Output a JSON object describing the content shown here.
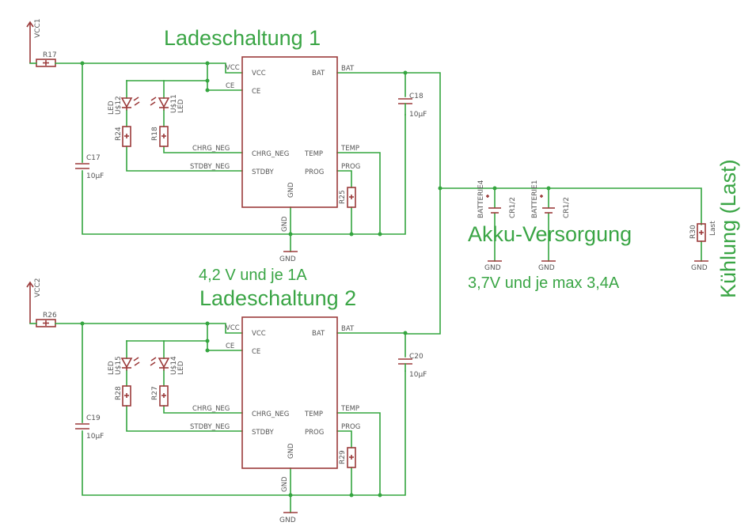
{
  "colors": {
    "wire": "#34a53f",
    "part": "#9b3a3a",
    "text": "#555555",
    "title": "#3aa545"
  },
  "titles": {
    "charger1": "Ladeschaltung 1",
    "charger2": "Ladeschaltung 2",
    "charger_note": "4,2 V und je 1A",
    "battery": "Akku-Versorgung",
    "battery_note": "3,7V und je max 3,4A",
    "load": "Kühlung (Last)"
  },
  "ic_pins": {
    "vcc": "VCC",
    "ce": "CE",
    "chrg": "CHRG_NEG",
    "stdby": "STDBY",
    "gnd": "GND",
    "bat": "BAT",
    "temp": "TEMP",
    "prog": "PROG"
  },
  "charger1": {
    "supply": "VCC1",
    "r_in": "R17",
    "r_led_a": "R24",
    "r_led_b": "R18",
    "led_a": "U$12",
    "led_b": "U$11",
    "led_type": "LED",
    "c_in": "C17",
    "c_in_val": "10µF",
    "c_out": "C18",
    "c_out_val": "10µF",
    "r_prog": "R25",
    "net_vcc": "VCC",
    "net_ce": "CE",
    "net_chrg": "CHRG_NEG",
    "net_stdby": "STDBY_NEG",
    "net_bat": "BAT",
    "net_temp": "TEMP",
    "net_prog": "PROG",
    "net_gnd": "GND",
    "gnd_symbol": "GND"
  },
  "charger2": {
    "supply": "VCC2",
    "r_in": "R26",
    "r_led_a": "R28",
    "r_led_b": "R27",
    "led_a": "U$15",
    "led_b": "U$14",
    "led_type": "LED",
    "c_in": "C19",
    "c_in_val": "10µF",
    "c_out": "C20",
    "c_out_val": "10µF",
    "r_prog": "R29",
    "net_vcc": "VCC",
    "net_ce": "CE",
    "net_chrg": "CHRG_NEG",
    "net_stdby": "STDBY_NEG",
    "net_bat": "BAT",
    "net_temp": "TEMP",
    "net_prog": "PROG",
    "net_gnd": "GND",
    "gnd_symbol": "GND"
  },
  "batteries": [
    {
      "name": "BATTERIE4",
      "type": "CR1/2",
      "gnd": "GND"
    },
    {
      "name": "BATTERIE1",
      "type": "CR1/2",
      "gnd": "GND"
    }
  ],
  "load": {
    "name": "R30",
    "value": "Last",
    "gnd": "GND"
  }
}
